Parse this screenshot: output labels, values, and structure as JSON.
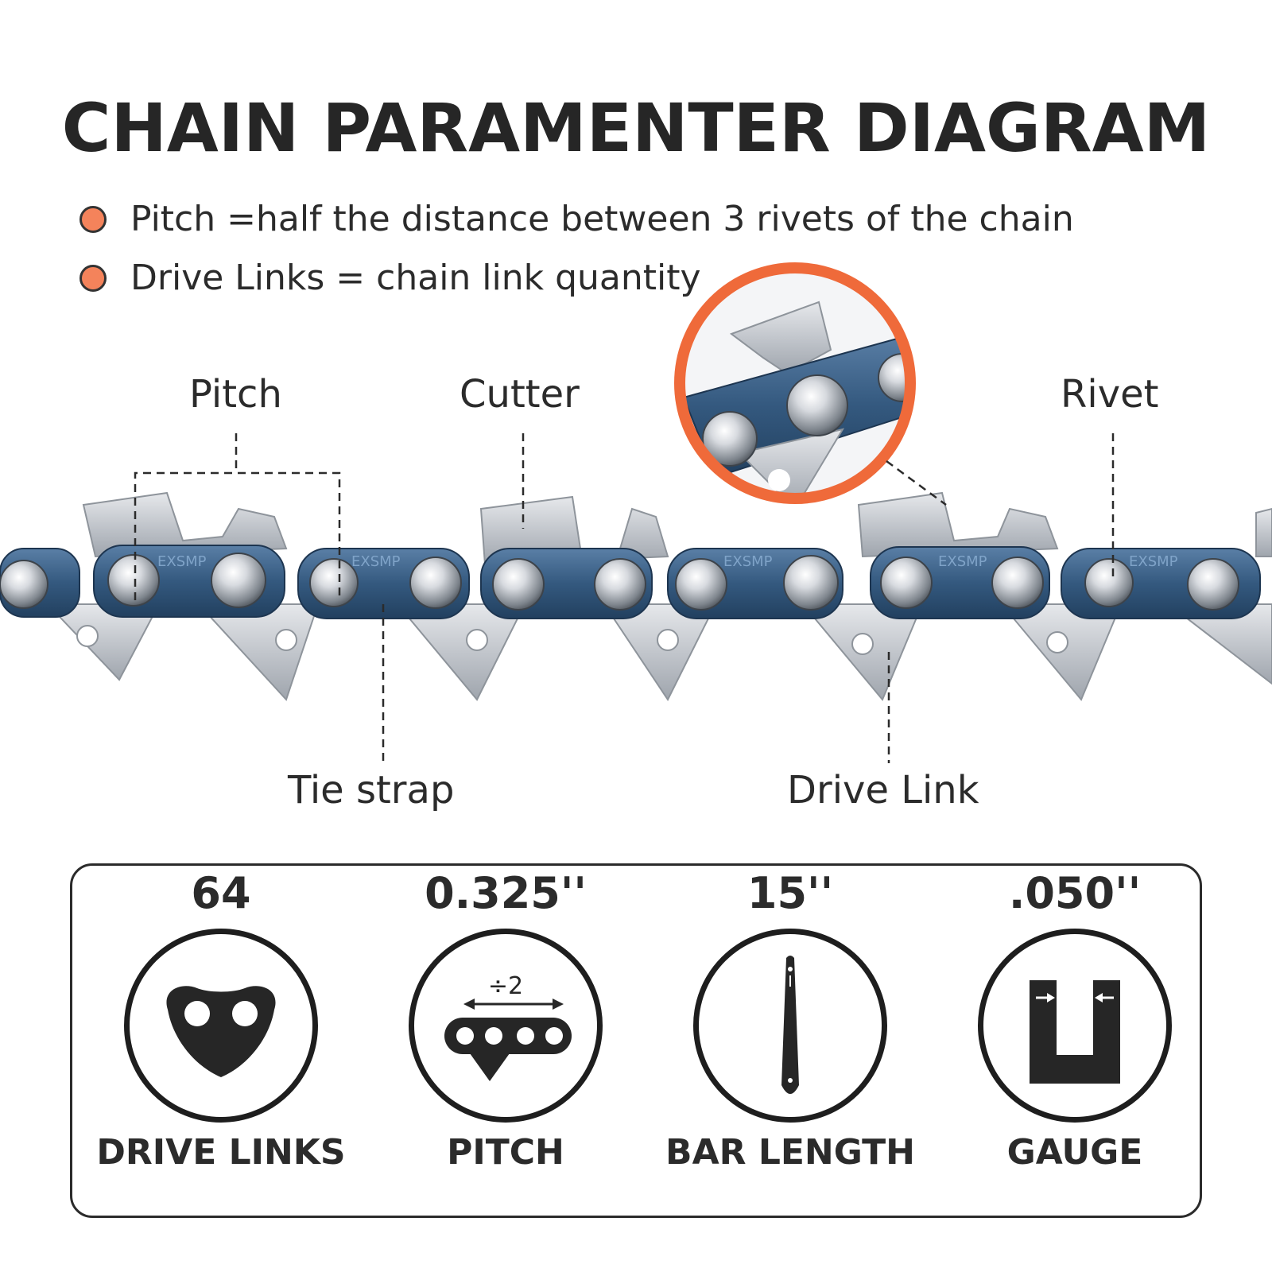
{
  "title": "CHAIN PARAMENTER DIAGRAM",
  "bullets": [
    "Pitch =half the distance between 3 rivets of the chain",
    "Drive Links = chain link quantity"
  ],
  "labels": {
    "pitch": "Pitch",
    "cutter": "Cutter",
    "rivet": "Rivet",
    "tie_strap": "Tie strap",
    "drive_link": "Drive Link"
  },
  "chain_brand_stamp": "EXSMP",
  "specs": [
    {
      "value": "64",
      "name": "DRIVE LINKS",
      "icon": "drive-link-icon"
    },
    {
      "value": "0.325''",
      "name": "PITCH",
      "icon": "pitch-icon",
      "icon_text": "÷2"
    },
    {
      "value": "15''",
      "name": "BAR LENGTH",
      "icon": "guide-bar-icon"
    },
    {
      "value": ".050''",
      "name": "GAUGE",
      "icon": "gauge-icon"
    }
  ],
  "colors": {
    "accent": "#f4835b",
    "zoom_ring": "#ef6a3a",
    "chain_blue": "#3a5f84",
    "steel": "#c9cdd2",
    "text": "#2b2b2b"
  }
}
